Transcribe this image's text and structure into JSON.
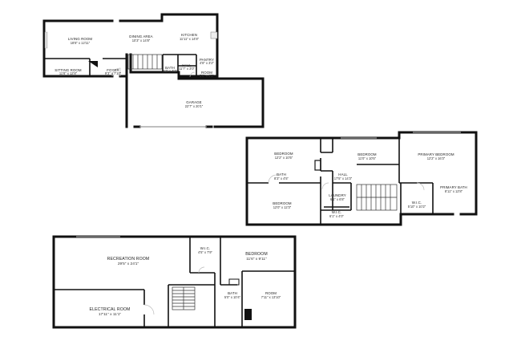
{
  "floors": [
    {
      "id": "main",
      "rooms": [
        {
          "key": "living",
          "name": "LIVING ROOM",
          "dims": "18'8\" x 12'11\""
        },
        {
          "key": "dining",
          "name": "DINING AREA",
          "dims": "10'3\" x 14'8\""
        },
        {
          "key": "kitchen",
          "name": "KITCHEN",
          "dims": "11'11\" x 14'8\""
        },
        {
          "key": "pantry",
          "name": "PANTRY",
          "dims": "4'8\" x 3'2\""
        },
        {
          "key": "hall",
          "name": "HALL",
          "dims": "11'7\" x 3'0\""
        },
        {
          "key": "bath",
          "name": "BATH",
          "dims": "5'2\" x 4'2\""
        },
        {
          "key": "foyer",
          "name": "FOYER",
          "dims": "9'3\" x 7'10\""
        },
        {
          "key": "sitting",
          "name": "SITTING ROOM",
          "dims": "11'8\" x 12'8\""
        },
        {
          "key": "room",
          "name": "ROOM",
          "dims": "5'8\" x 4'3\""
        },
        {
          "key": "garage",
          "name": "GARAGE",
          "dims": "22'7\" x 20'1\""
        }
      ]
    },
    {
      "id": "upper",
      "rooms": [
        {
          "key": "bed1",
          "name": "BEDROOM",
          "dims": "12'2\" x 10'5\""
        },
        {
          "key": "bed2",
          "name": "BEDROOM",
          "dims": "11'0\" x 10'5\""
        },
        {
          "key": "primary_bed",
          "name": "PRIMARY BEDROOM",
          "dims": "12'2\" x 16'3\""
        },
        {
          "key": "bath",
          "name": "BATH",
          "dims": "8'3\" x 4'5\""
        },
        {
          "key": "hall",
          "name": "HALL",
          "dims": "17'5\" x 14'3\""
        },
        {
          "key": "primary_bath",
          "name": "PRIMARY BATH",
          "dims": "8'11\" x 12'8\""
        },
        {
          "key": "laundry",
          "name": "LAUNDRY",
          "dims": "6'1\" x 6'8\""
        },
        {
          "key": "wic_primary",
          "name": "W.I.C.",
          "dims": "5'10\" x 10'2\""
        },
        {
          "key": "bed3",
          "name": "BEDROOM",
          "dims": "12'0\" x 12'3\""
        },
        {
          "key": "wic",
          "name": "W.I.C.",
          "dims": "6'1\" x 4'0\""
        }
      ]
    },
    {
      "id": "lower",
      "rooms": [
        {
          "key": "recreation",
          "name": "RECREATION ROOM",
          "dims": "29'5\" x 24'1\""
        },
        {
          "key": "wic",
          "name": "W.I.C.",
          "dims": "4'5\" x 7'9\""
        },
        {
          "key": "bedroom",
          "name": "BEDROOM",
          "dims": "11'6\" x 9'11\""
        },
        {
          "key": "bath",
          "name": "BATH",
          "dims": "5'0\" x 10'4\""
        },
        {
          "key": "room",
          "name": "ROOM",
          "dims": "7'11\" x 13'10\""
        },
        {
          "key": "electrical",
          "name": "ELECTRICAL ROOM",
          "dims": "17'11\" x 11'1\""
        }
      ]
    }
  ]
}
